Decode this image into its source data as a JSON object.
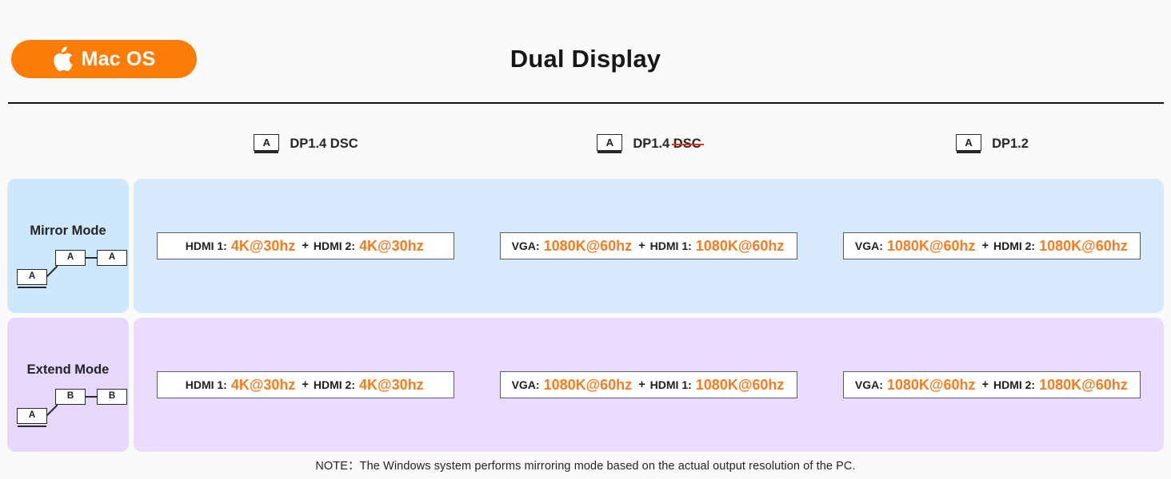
{
  "header": {
    "os_badge": {
      "icon": "apple-logo-icon",
      "label": "Mac OS",
      "color": "#fb7c06"
    },
    "title": "Dual Display"
  },
  "columns": [
    {
      "icon": "monitor-a-icon",
      "icon_letter": "A",
      "label": "DP1.4 ",
      "label_struck": "DSC",
      "struck": false
    },
    {
      "icon": "monitor-a-icon",
      "icon_letter": "A",
      "label": "DP1.4 ",
      "label_struck": "DSC",
      "struck": true
    },
    {
      "icon": "monitor-a-icon",
      "icon_letter": "A",
      "label": "DP1.2",
      "label_struck": "",
      "struck": false
    }
  ],
  "rows": [
    {
      "mode": "Mirror Mode",
      "diagram": {
        "source": "A",
        "mid": "A",
        "end": "A"
      },
      "accent": "#d6eafc",
      "cells": [
        {
          "port1": "HDMI 1:",
          "res1": "4K@30hz",
          "plus": "+",
          "port2": "HDMI 2:",
          "res2": "4K@30hz"
        },
        {
          "port1": "VGA:",
          "res1": "1080K@60hz",
          "plus": "+",
          "port2": "HDMI 1:",
          "res2": "1080K@60hz"
        },
        {
          "port1": "VGA:",
          "res1": "1080K@60hz",
          "plus": "+",
          "port2": "HDMI 2:",
          "res2": "1080K@60hz"
        }
      ]
    },
    {
      "mode": "Extend Mode",
      "diagram": {
        "source": "A",
        "mid": "B",
        "end": "B"
      },
      "accent": "#ebdcfd",
      "cells": [
        {
          "port1": "HDMI 1:",
          "res1": "4K@30hz",
          "plus": "+",
          "port2": "HDMI 2:",
          "res2": "4K@30hz"
        },
        {
          "port1": "VGA:",
          "res1": "1080K@60hz",
          "plus": "+",
          "port2": "HDMI 1:",
          "res2": "1080K@60hz"
        },
        {
          "port1": "VGA:",
          "res1": "1080K@60hz",
          "plus": "+",
          "port2": "HDMI 2:",
          "res2": "1080K@60hz"
        }
      ]
    }
  ],
  "footer": {
    "note": "NOTE：The Windows system performs mirroring mode based on the actual output resolution of the PC."
  },
  "colors": {
    "accent_orange": "#f57c1f",
    "badge_orange": "#fb7c06",
    "strike_red": "#ef2a20",
    "mirror_blue": "#d6eafc",
    "extend_purple": "#ebdcfd",
    "page_bg": "#fafafa"
  }
}
